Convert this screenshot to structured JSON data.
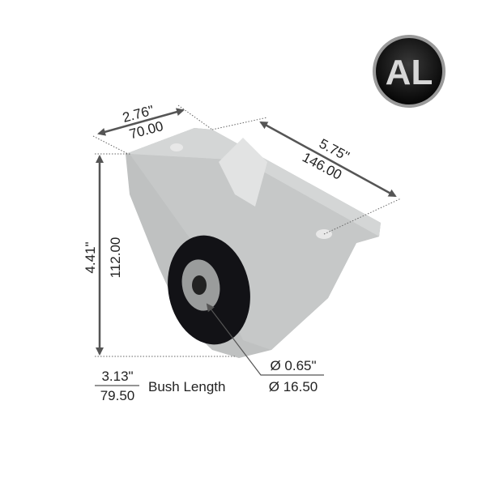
{
  "logo": {
    "text": "AL"
  },
  "dimensions": {
    "width": {
      "inch": "2.76\"",
      "mm": "70.00"
    },
    "length": {
      "inch": "5.75\"",
      "mm": "146.00"
    },
    "height": {
      "inch": "4.41\"",
      "mm": "112.00"
    },
    "bush_length": {
      "inch": "3.13\"",
      "mm": "79.50",
      "label": "Bush Length"
    },
    "bore": {
      "inch": "Ø 0.65\"",
      "mm": "Ø 16.50"
    }
  },
  "colors": {
    "arrow": "#555555",
    "metal": "#c9cbcb",
    "rubber": "#101014"
  }
}
